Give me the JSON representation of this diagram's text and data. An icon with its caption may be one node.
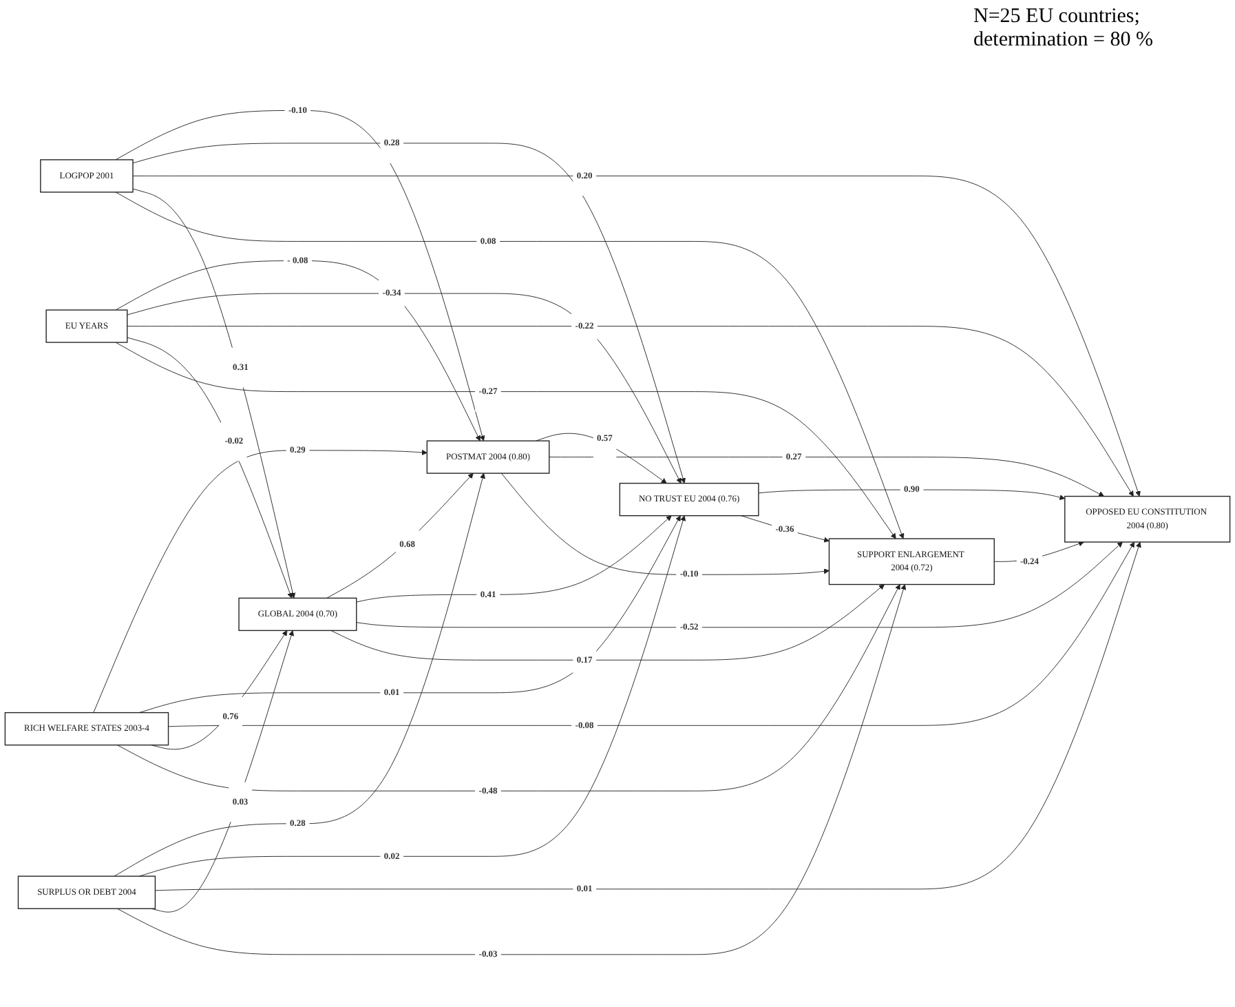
{
  "diagram": {
    "nodes": [
      {
        "text": [
          "LOGPOP 2001"
        ]
      },
      {
        "text": [
          "POSTMAT 2004 (0.80)"
        ]
      },
      {
        "text": [
          "EU YEARS"
        ]
      },
      {
        "text": [
          "NO TRUST EU 2004 (0.76)"
        ]
      },
      {
        "text": [
          "OPPOSED EU CONSTITUTION 2004 (0.80)"
        ]
      },
      {
        "text": [
          "RICH WELFARE STATES 2003-4"
        ]
      },
      {
        "text": [
          "GLOBAL 2004 (0.70)"
        ]
      },
      {
        "text": [
          "SURPLUS OR DEBT 2004"
        ]
      },
      {
        "text": [
          "SUPPORT ENLARGEMENT 2004 (0.72)"
        ]
      }
    ],
    "edges": [
      {
        "from": 0,
        "to": 1,
        "arrow": "to",
        "label": "-0.10"
      },
      {
        "from": 2,
        "to": 1,
        "arrow": "to",
        "label": "- 0.08"
      },
      {
        "from": 5,
        "to": 1,
        "arrow": "to",
        "label": "0.29"
      },
      {
        "from": 7,
        "to": 1,
        "arrow": "to",
        "label": "0.28"
      },
      {
        "from": 6,
        "to": 1,
        "arrow": "to",
        "label": "0.68"
      },
      {
        "from": 0,
        "to": 3,
        "arrow": "to",
        "label": "0.28"
      },
      {
        "from": 1,
        "to": 3,
        "arrow": "to",
        "label": "0.57"
      },
      {
        "from": 2,
        "to": 3,
        "arrow": "to",
        "label": "-0.34"
      },
      {
        "from": 5,
        "to": 3,
        "arrow": "to",
        "label": "0.01"
      },
      {
        "from": 6,
        "to": 3,
        "arrow": "to",
        "label": "0.41"
      },
      {
        "from": 7,
        "to": 3,
        "arrow": "to",
        "label": "0.02"
      },
      {
        "from": 3,
        "to": 4,
        "arrow": "to",
        "label": "0.90"
      },
      {
        "from": 1,
        "to": 4,
        "arrow": "to",
        "label": "0.27"
      },
      {
        "from": 0,
        "to": 4,
        "arrow": "to",
        "label": "0.20"
      },
      {
        "from": 2,
        "to": 4,
        "arrow": "to",
        "label": "-0.22"
      },
      {
        "from": 6,
        "to": 4,
        "arrow": "to",
        "label": "-0.52"
      },
      {
        "from": 5,
        "to": 4,
        "arrow": "to",
        "label": "-0.08"
      },
      {
        "from": 8,
        "to": 4,
        "arrow": "to",
        "label": "-0.24"
      },
      {
        "from": 7,
        "to": 4,
        "arrow": "to",
        "label": "0.01"
      },
      {
        "from": 2,
        "to": 6,
        "arrow": "to",
        "label": "-0.02"
      },
      {
        "from": 0,
        "to": 6,
        "arrow": "to",
        "label": "0.31"
      },
      {
        "from": 5,
        "to": 6,
        "arrow": "to",
        "label": "0.76"
      },
      {
        "from": 7,
        "to": 6,
        "arrow": "to",
        "label": "0.03"
      },
      {
        "from": 6,
        "to": 8,
        "arrow": "to",
        "label": "0.17"
      },
      {
        "from": 0,
        "to": 8,
        "arrow": "to",
        "label": "0.08"
      },
      {
        "from": 1,
        "to": 8,
        "arrow": "to",
        "label": "-0.10"
      },
      {
        "from": 3,
        "to": 8,
        "arrow": "to",
        "label": "-0.36"
      },
      {
        "from": 2,
        "to": 8,
        "arrow": "to",
        "label": "-0.27"
      },
      {
        "from": 5,
        "to": 8,
        "arrow": "to",
        "label": "-0.48"
      },
      {
        "from": 7,
        "to": 8,
        "arrow": "to",
        "label": "-0.03"
      }
    ],
    "labels": [
      "N=25 EU countries; determination = 80 %"
    ]
  }
}
